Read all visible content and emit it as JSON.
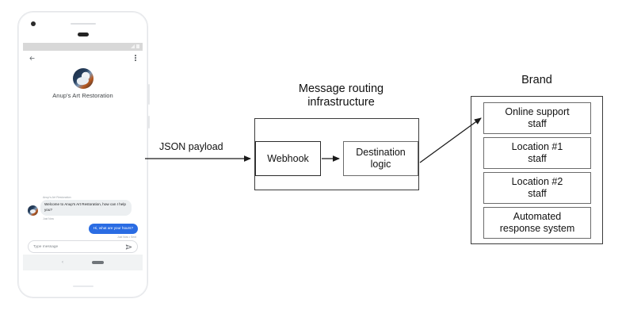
{
  "diagram": {
    "flow_label": "JSON payload",
    "routing": {
      "title_line1": "Message routing",
      "title_line2": "infrastructure",
      "webhook_label": "Webhook",
      "destination_line1": "Destination",
      "destination_line2": "logic"
    },
    "brand": {
      "title": "Brand",
      "items": [
        {
          "line1": "Online support",
          "line2": "staff"
        },
        {
          "line1": "Location #1",
          "line2": "staff"
        },
        {
          "line1": "Location #2",
          "line2": "staff"
        },
        {
          "line1": "Automated",
          "line2": "response system"
        }
      ]
    }
  },
  "phone": {
    "status_bar": {
      "signal_icon": "signal-icon",
      "battery_icon": "battery-icon"
    },
    "app_bar": {
      "back_icon": "back-arrow-icon",
      "overflow_icon": "overflow-menu-icon"
    },
    "header": {
      "avatar_icon": "brand-avatar-icon",
      "brand_name": "Anup's Art Restoration"
    },
    "conversation": [
      {
        "sender": "Anup's Art Restoration",
        "text": "Welcome to Anup's Art Restoration, how can I help you?",
        "time": "Just Now",
        "direction": "incoming"
      },
      {
        "text": "Hi, what are your hours?",
        "time": "Just Now • Sent",
        "direction": "outgoing"
      }
    ],
    "composer": {
      "placeholder": "Type message",
      "send_icon": "send-icon"
    },
    "nav_bar": {
      "back_icon": "nav-back-icon",
      "home_pill": "home-pill-icon"
    }
  },
  "colors": {
    "outgoing_bubble": "#2a6ce3",
    "incoming_bubble": "#eceff1",
    "stroke": "#2b2b2b"
  }
}
